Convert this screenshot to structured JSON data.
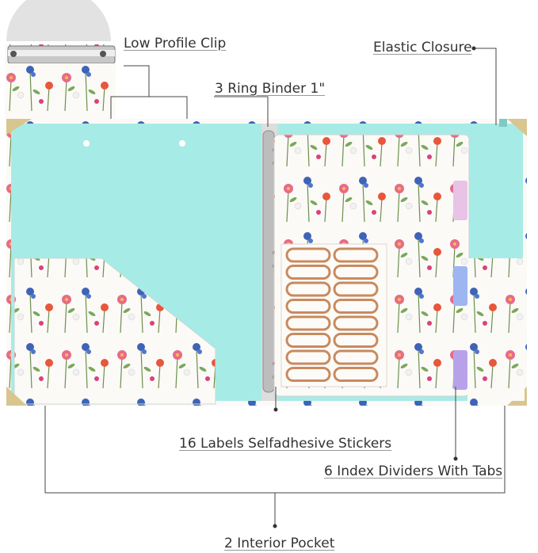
{
  "annotations": {
    "low_profile_clip": "Low Profile Clip",
    "ring_binder": "3 Ring Binder 1\"",
    "elastic_closure": "Elastic Closure",
    "labels_stickers": "16 Labels Selfadhesive Stickers",
    "index_dividers": "6 Index Dividers With Tabs",
    "interior_pocket": "2 Interior Pocket"
  },
  "colors": {
    "teal_cover": "#a7ebe6",
    "binder_white": "#fbfaf6",
    "sticker_copper": "#c88a5e",
    "tab_pink": "#e8c3e6",
    "tab_blue": "#9db5f0",
    "tab_purple": "#b7a2ea",
    "gold_corner": "#d9c590"
  },
  "icons": [
    "clip-icon",
    "ring-binder-icon",
    "flower-pattern"
  ]
}
